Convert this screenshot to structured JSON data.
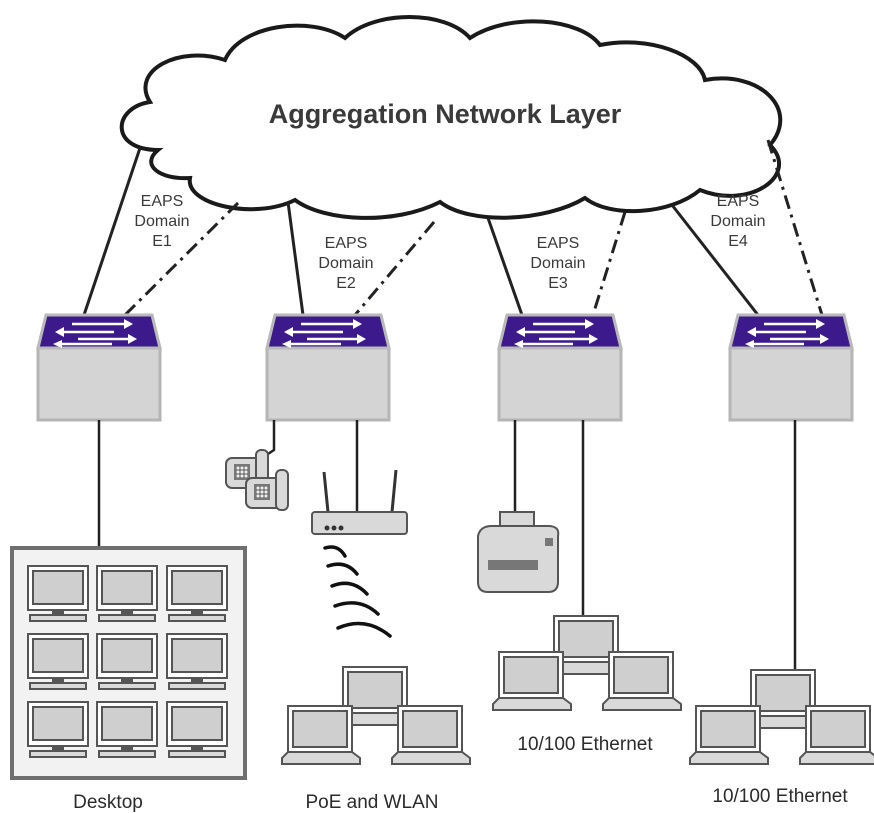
{
  "cloud": {
    "title": "Aggregation Network Layer"
  },
  "domains": [
    {
      "line1": "EAPS",
      "line2": "Domain",
      "line3": "E1"
    },
    {
      "line1": "EAPS",
      "line2": "Domain",
      "line3": "E2"
    },
    {
      "line1": "EAPS",
      "line2": "Domain",
      "line3": "E3"
    },
    {
      "line1": "EAPS",
      "line2": "Domain",
      "line3": "E4"
    }
  ],
  "captions": {
    "desktop": "Desktop",
    "poe_wlan": "PoE and WLAN",
    "ethernet_e3": "10/100 Ethernet",
    "ethernet_e4": "10/100 Ethernet"
  },
  "icons": [
    "cloud-icon",
    "switch-icon",
    "ip-phone-icon",
    "wireless-router-icon",
    "printer-icon",
    "laptop-icon",
    "desktop-cluster-icon",
    "wireless-signal-icon"
  ]
}
